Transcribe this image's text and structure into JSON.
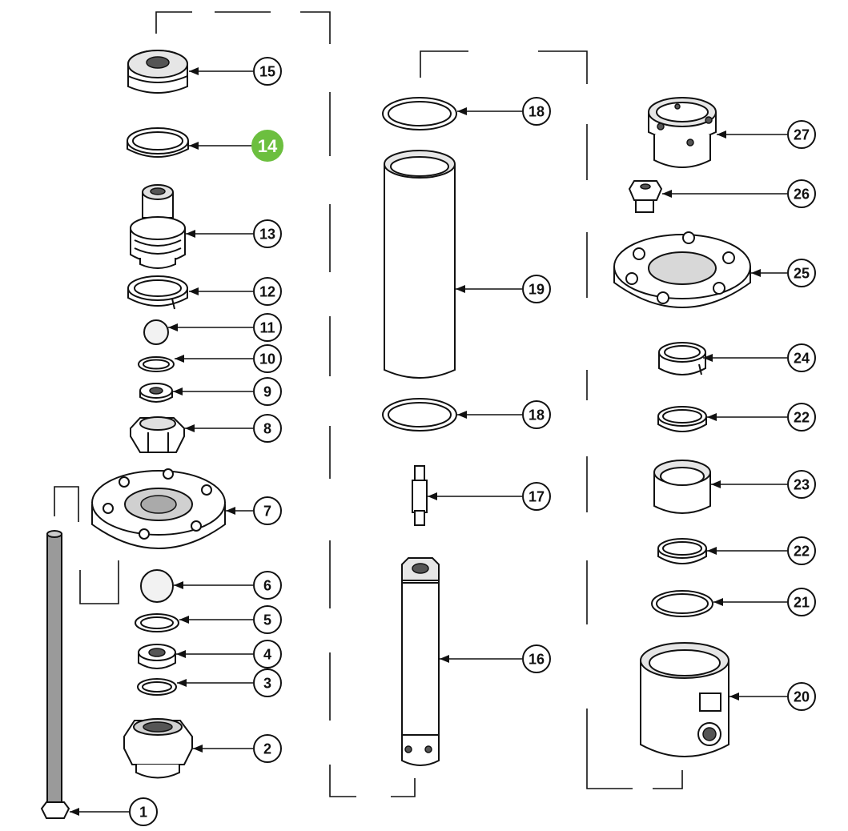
{
  "callouts": [
    {
      "id": "15",
      "label": "15"
    },
    {
      "id": "14",
      "label": "14"
    },
    {
      "id": "13",
      "label": "13"
    },
    {
      "id": "12",
      "label": "12"
    },
    {
      "id": "11",
      "label": "11"
    },
    {
      "id": "10",
      "label": "10"
    },
    {
      "id": "9",
      "label": "9"
    },
    {
      "id": "8",
      "label": "8"
    },
    {
      "id": "7",
      "label": "7"
    },
    {
      "id": "6",
      "label": "6"
    },
    {
      "id": "5",
      "label": "5"
    },
    {
      "id": "4",
      "label": "4"
    },
    {
      "id": "3",
      "label": "3"
    },
    {
      "id": "2",
      "label": "2"
    },
    {
      "id": "1",
      "label": "1"
    },
    {
      "id": "18a",
      "label": "18"
    },
    {
      "id": "19",
      "label": "19"
    },
    {
      "id": "18b",
      "label": "18"
    },
    {
      "id": "17",
      "label": "17"
    },
    {
      "id": "16",
      "label": "16"
    },
    {
      "id": "27",
      "label": "27"
    },
    {
      "id": "26",
      "label": "26"
    },
    {
      "id": "25",
      "label": "25"
    },
    {
      "id": "24",
      "label": "24"
    },
    {
      "id": "22a",
      "label": "22"
    },
    {
      "id": "23",
      "label": "23"
    },
    {
      "id": "22b",
      "label": "22"
    },
    {
      "id": "21",
      "label": "21"
    },
    {
      "id": "20",
      "label": "20"
    }
  ],
  "highlight": {
    "callout": "14",
    "color": "#6cbf3f"
  }
}
